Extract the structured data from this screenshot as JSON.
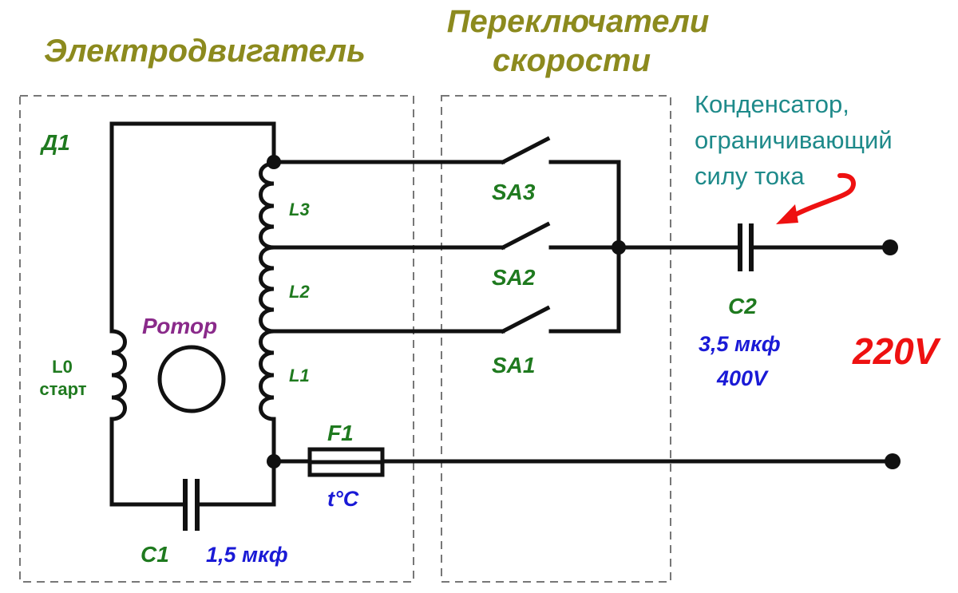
{
  "sections": {
    "motor": "Электродвигатель",
    "switches": [
      "Переключатели",
      "скорости"
    ]
  },
  "labels": {
    "motor_id": "Д1",
    "rotor": "Ротор",
    "l3": "L3",
    "l2": "L2",
    "l1": "L1",
    "l0": [
      "L0",
      "старт"
    ],
    "sa3": "SA3",
    "sa2": "SA2",
    "sa1": "SA1",
    "c1": "C1",
    "c1_value": "1,5 мкф",
    "f1": "F1",
    "f1_temp": "t°C",
    "c2": "C2",
    "c2_capacitance": "3,5 мкф",
    "c2_voltage": "400V",
    "supply": "220V"
  },
  "annotation": {
    "lines": [
      "Конденсатор,",
      "ограничивающий",
      "силу тока"
    ]
  },
  "colors": {
    "section_title": "#8c8a1e",
    "component_label": "#1f7a1f",
    "value": "#1a1ad6",
    "rotor": "#8a2a8a",
    "annotation": "#1e8a8a",
    "supply": "#ee1111",
    "arrow": "#ee1111"
  }
}
